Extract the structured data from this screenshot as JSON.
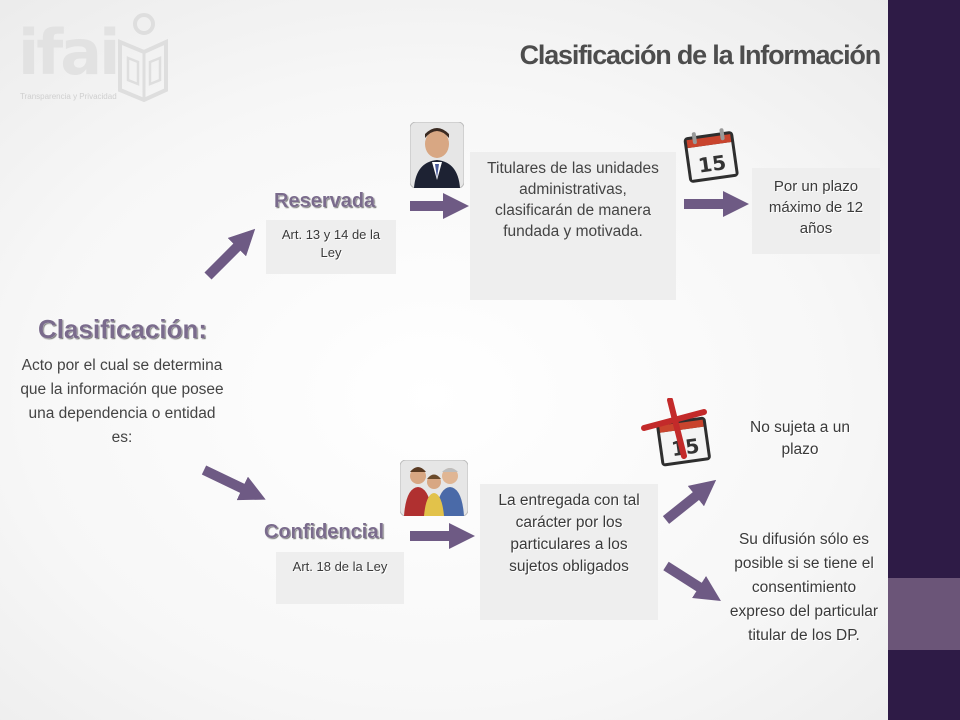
{
  "logo": {
    "text": "ifai",
    "subtitle": "Transparencia y Privacidad"
  },
  "title": "Clasificación de la Información",
  "clasificacion": {
    "heading": "Clasificación:",
    "description": "Acto por el cual se determina que la información que posee una dependencia o entidad es:"
  },
  "reservada": {
    "label": "Reservada",
    "article": "Art. 13 y 14 de la Ley",
    "titulares": "Titulares de las unidades administrativas, clasificarán de manera fundada y motivada.",
    "plazo": "Por un plazo máximo de 12 años",
    "calendar_number": "15"
  },
  "confidencial": {
    "label": "Confidencial",
    "article": "Art. 18  de la Ley",
    "entregada": "La entregada con tal carácter por los particulares a los sujetos obligados",
    "no_plazo": "No sujeta a un plazo",
    "difusion": "Su difusión sólo es posible si se tiene el consentimiento expreso del particular titular de los DP.",
    "calendar_number": "15"
  },
  "colors": {
    "arrow": "#6e5a84",
    "sidebar": "#2e1b46",
    "sidebar_block": "#6b5578",
    "label": "#7a6b8c"
  },
  "icons": [
    "businessman-icon",
    "calendar-icon",
    "group-icon",
    "crossed-calendar-icon"
  ]
}
